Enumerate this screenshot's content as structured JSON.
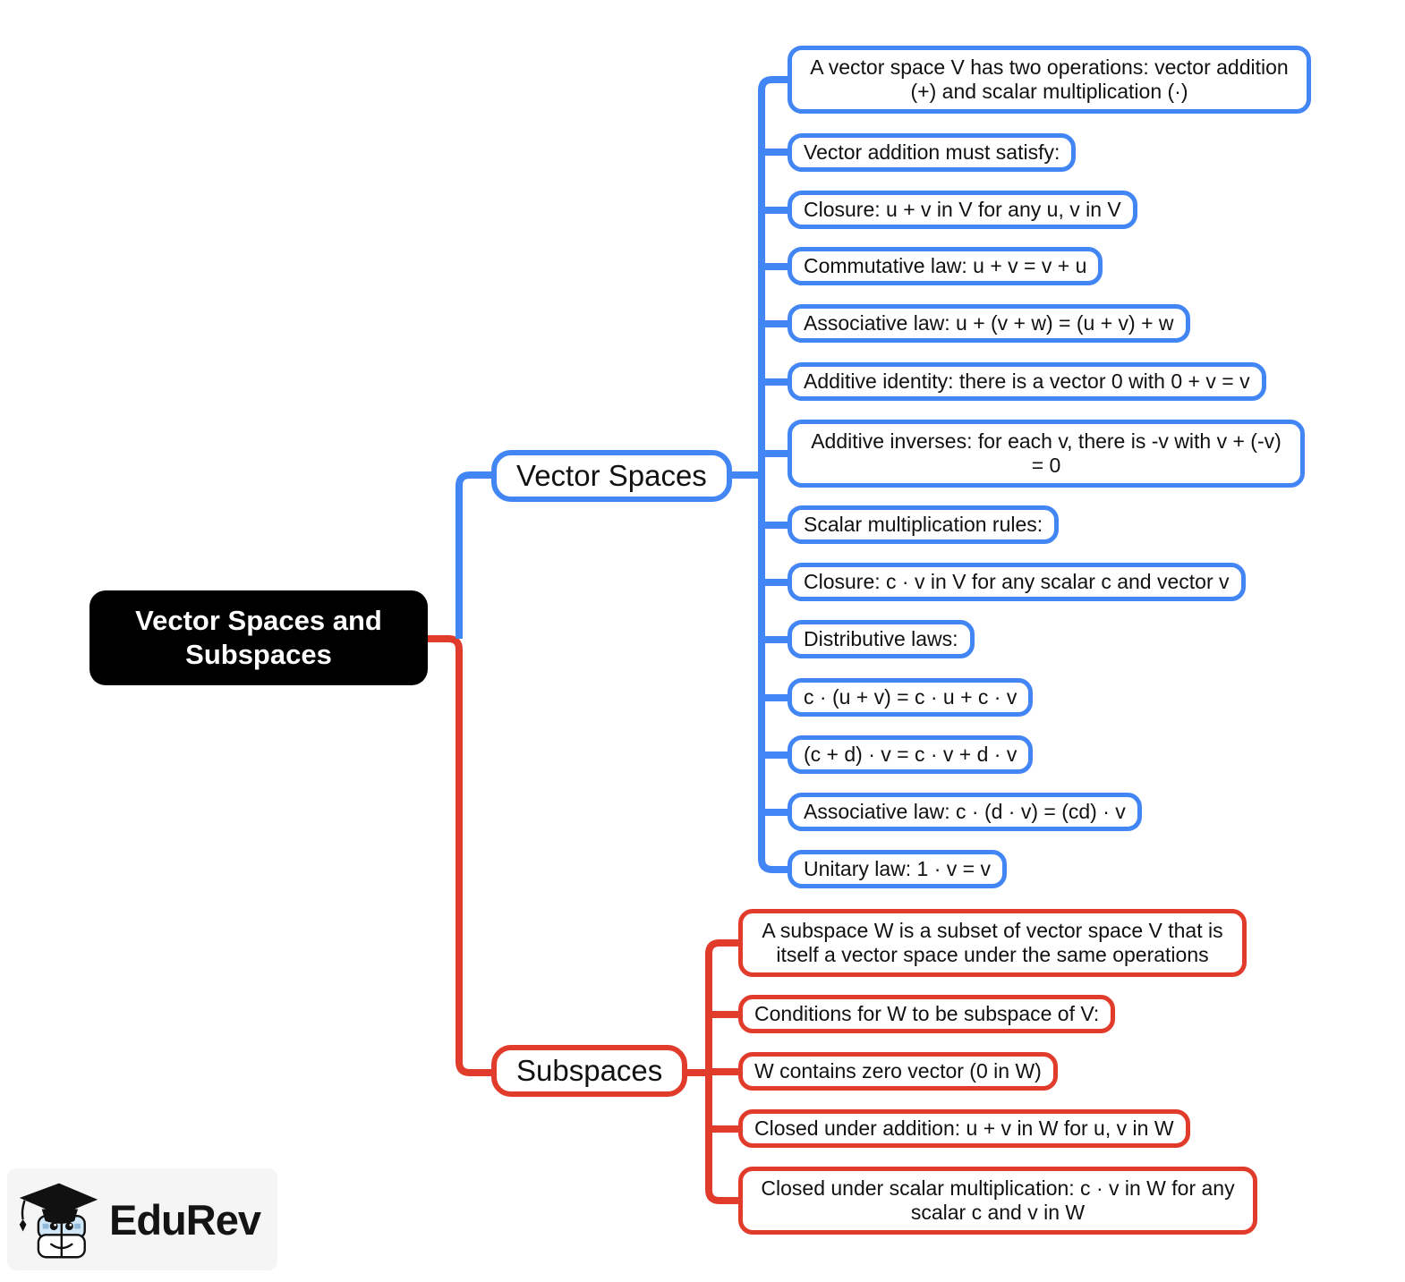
{
  "root": {
    "label": "Vector Spaces and Subspaces"
  },
  "branches": [
    {
      "label": "Vector Spaces",
      "color": "#4285f4",
      "children": [
        "A vector space V has two operations: vector addition (+) and scalar multiplication (·)",
        "Vector addition must satisfy:",
        "Closure: u + v in V for any u, v in V",
        "Commutative law: u + v = v + u",
        "Associative law: u + (v + w) = (u + v) + w",
        "Additive identity: there is a vector 0 with 0 + v = v",
        "Additive inverses: for each v, there is -v with v + (-v) = 0",
        "Scalar multiplication rules:",
        "Closure: c · v in V for any scalar c and vector v",
        "Distributive laws:",
        "c · (u + v) = c · u + c · v",
        "(c + d) · v = c · v + d · v",
        "Associative law: c · (d · v) = (cd) · v",
        "Unitary law: 1 · v = v"
      ]
    },
    {
      "label": "Subspaces",
      "color": "#e13b2b",
      "children": [
        "A subspace W is a subset of vector space V that is itself a vector space under the same operations",
        "Conditions for W to be subspace of V:",
        "W contains zero vector (0 in W)",
        "Closed under addition: u + v in W for u, v in W",
        "Closed under scalar multiplication: c · v in W for any scalar c and v in W"
      ]
    }
  ],
  "logo": {
    "brand": "EduRev"
  },
  "colors": {
    "branch_blue": "#4285f4",
    "branch_red": "#e13b2b",
    "root_bg": "#000000",
    "root_text": "#ffffff"
  }
}
